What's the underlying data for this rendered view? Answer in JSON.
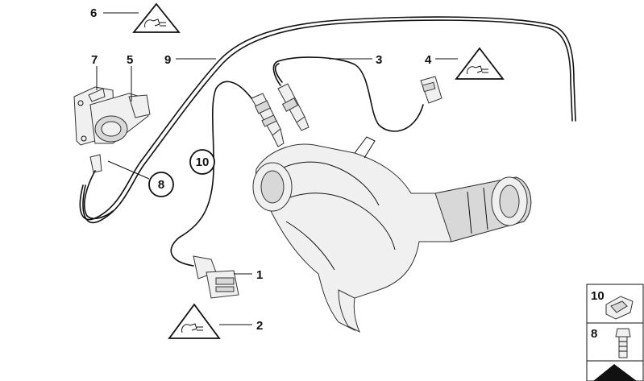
{
  "callouts": {
    "c1": "1",
    "c2": "2",
    "c3": "3",
    "c4": "4",
    "c5": "5",
    "c6": "6",
    "c7": "7",
    "c8": "8",
    "c9": "9",
    "c10": "10"
  },
  "side_panel": {
    "item_a": "10",
    "item_b": "8"
  },
  "icons": {
    "warning": "electrical-plug-warning-icon"
  }
}
